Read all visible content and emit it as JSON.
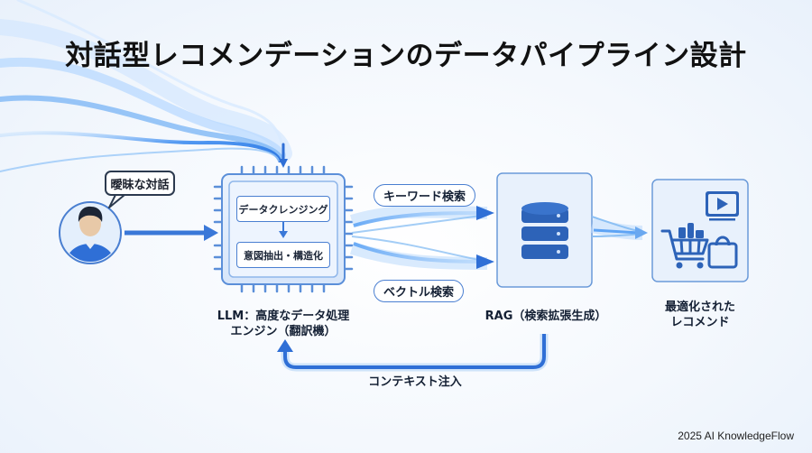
{
  "title": "対話型レコメンデーションのデータパイプライン設計",
  "user": {
    "bubble": "曖昧な対話"
  },
  "llm": {
    "steps": [
      "データクレンジング",
      "意図抽出・構造化"
    ],
    "caption_line1": "LLM：高度なデータ処理",
    "caption_line2": "エンジン（翻訳機）"
  },
  "search": {
    "keyword": "キーワード検索",
    "vector": "ベクトル検索"
  },
  "rag": {
    "caption": "RAG（検索拡張生成）"
  },
  "output": {
    "caption_line1": "最適化された",
    "caption_line2": "レコメンド"
  },
  "feedback": {
    "label": "コンテキスト注入"
  },
  "footer": "2025 AI KnowledgeFlow",
  "colors": {
    "accent": "#2f6fd6",
    "light": "#9cc4f2",
    "panel": "#e3eefb",
    "border": "#5b8fd9"
  }
}
